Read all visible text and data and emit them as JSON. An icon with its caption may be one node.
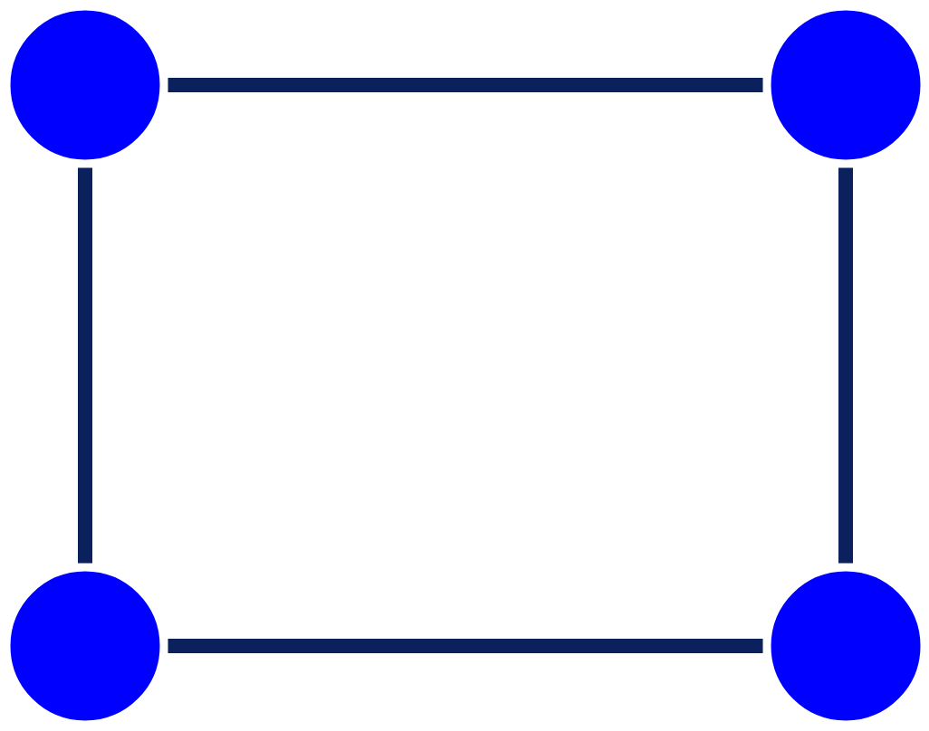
{
  "diagram": {
    "nodes": [
      {
        "text": [],
        "shape": "circle"
      },
      {
        "text": [],
        "shape": "circle"
      },
      {
        "text": [],
        "shape": "circle"
      },
      {
        "text": [],
        "shape": "circle"
      }
    ],
    "edges": [
      {
        "from": 0,
        "to": 1,
        "arrow": "none"
      },
      {
        "from": 0,
        "to": 2,
        "arrow": "none"
      },
      {
        "from": 1,
        "to": 3,
        "arrow": "none"
      },
      {
        "from": 2,
        "to": 3,
        "arrow": "none"
      }
    ]
  }
}
